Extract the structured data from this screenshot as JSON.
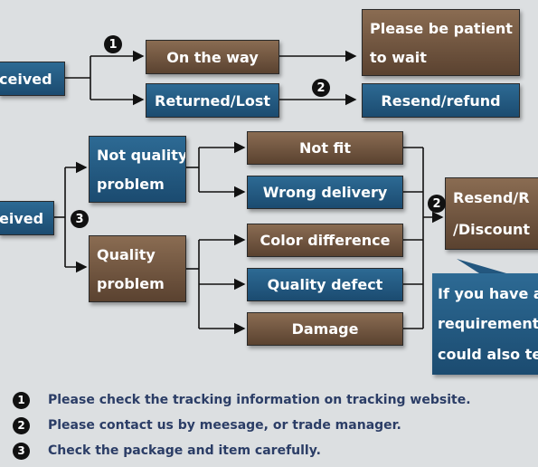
{
  "boxes": {
    "received": "ceived",
    "on_the_way": "On the way",
    "returned_lost": "Returned/Lost",
    "please_wait_line1": "Please be patient",
    "please_wait_line2": "to wait",
    "resend_refund": "Resend/refund",
    "not_quality_line1": "Not quality",
    "not_quality_line2": "problem",
    "not_fit": "Not fit",
    "wrong_delivery": "Wrong delivery",
    "not_received": "eived",
    "quality_line1": "Quality",
    "quality_line2": "problem",
    "color_difference": "Color difference",
    "quality_defect": "Quality defect",
    "damage": "Damage",
    "resend_discount_line1": "Resend/R",
    "resend_discount_line2": "/Discount"
  },
  "callout": {
    "line1": "If you have a",
    "line2": "requirement",
    "line3": "could also te"
  },
  "badges": {
    "one": "1",
    "two": "2",
    "three": "3"
  },
  "notes": [
    {
      "num": "1",
      "text": "Please check the tracking information on tracking website."
    },
    {
      "num": "2",
      "text": "Please contact us by meesage, or trade manager."
    },
    {
      "num": "3",
      "text": "Check the package and item carefully."
    }
  ],
  "colors": {
    "brown": "#6e5440",
    "blue": "#23577f",
    "note_text": "#2b3d66",
    "background": "#dcdfe1"
  }
}
